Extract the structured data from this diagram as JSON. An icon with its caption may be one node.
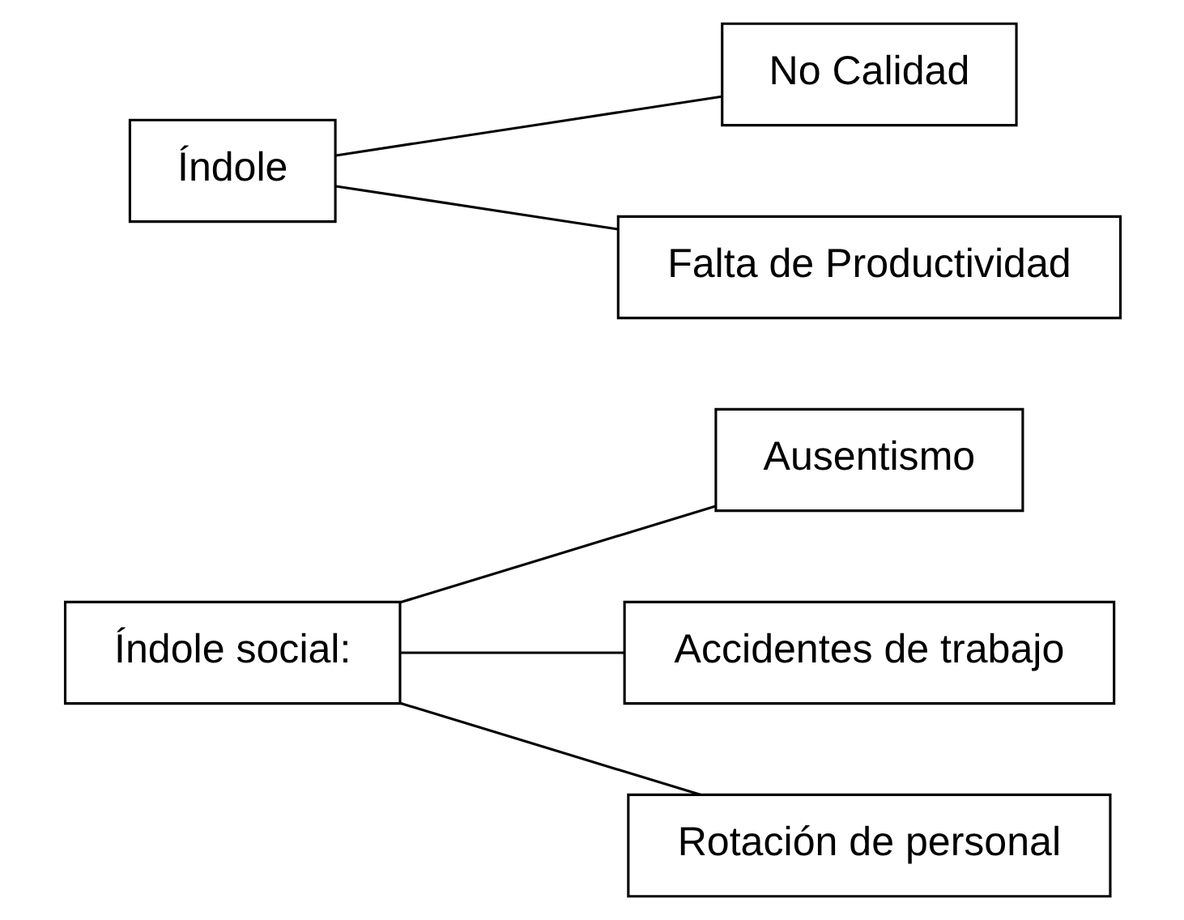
{
  "diagram": {
    "nodes": [
      {
        "text": [
          "Índole social:"
        ]
      },
      {
        "text": [
          "Ausentismo"
        ]
      },
      {
        "text": [
          "Accidentes de trabajo"
        ]
      },
      {
        "text": [
          "Rotación de personal"
        ]
      },
      {
        "text": [
          "Índole"
        ]
      },
      {
        "text": [
          "No Calidad"
        ]
      },
      {
        "text": [
          "Falta de Productividad"
        ]
      }
    ],
    "edges": [
      {
        "from": 0,
        "to": 1,
        "arrow": "none"
      },
      {
        "from": 0,
        "to": 2,
        "arrow": "none"
      },
      {
        "from": 0,
        "to": 3,
        "arrow": "none"
      },
      {
        "from": 4,
        "to": 5,
        "arrow": "none"
      },
      {
        "from": 4,
        "to": 6,
        "arrow": "none"
      }
    ]
  }
}
